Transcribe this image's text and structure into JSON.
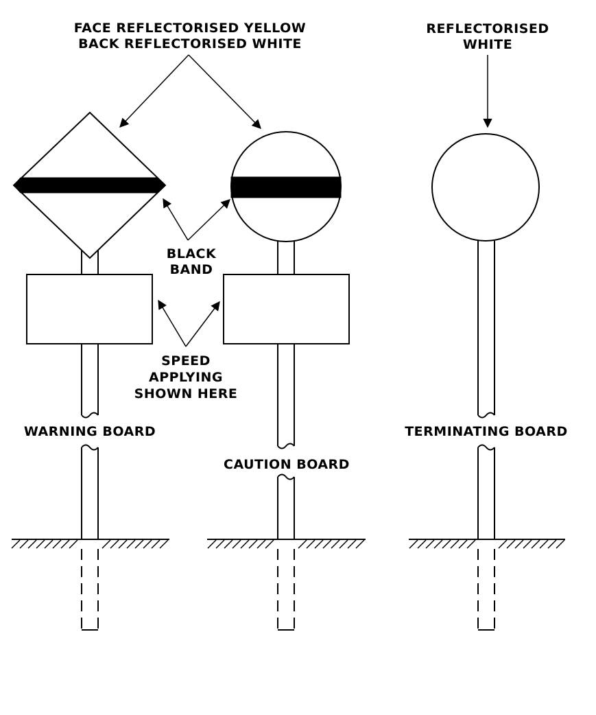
{
  "labels": {
    "face_line1": "FACE REFLECTORISED YELLOW",
    "face_line2": "BACK REFLECTORISED WHITE",
    "refl_line1": "REFLECTORISED",
    "refl_line2": "WHITE",
    "band_line1": "BLACK",
    "band_line2": "BAND",
    "speed_line1": "SPEED",
    "speed_line2": "APPLYING",
    "speed_line3": "SHOWN HERE",
    "warning_board": "WARNING BOARD",
    "caution_board": "CAUTION BOARD",
    "terminating_board": "TERMINATING BOARD"
  },
  "colors": {
    "ink": "#000000",
    "paper": "#ffffff"
  }
}
